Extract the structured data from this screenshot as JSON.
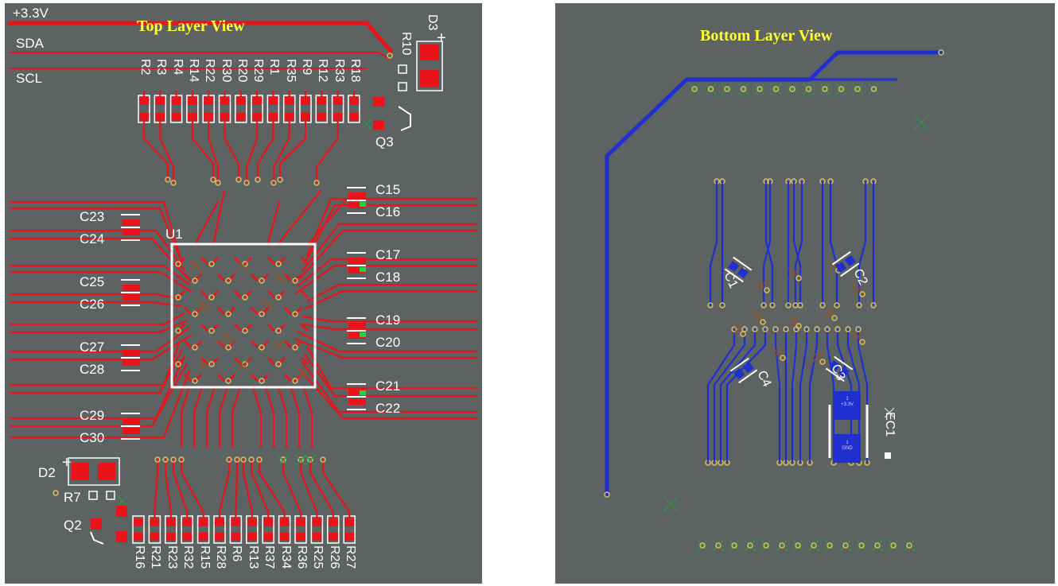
{
  "colors": {
    "board": "#5d6262",
    "top_trace": "#e8141a",
    "bottom_trace": "#1f2fd0",
    "silk": "#ffffff",
    "title": "#ffff33",
    "via": "#d8c060",
    "unrouted": "#2e9b3c"
  },
  "top_view": {
    "title": "Top Layer View",
    "nets": {
      "vcc": "+3.3V",
      "sda": "SDA",
      "scl": "SCL"
    },
    "chip": "U1",
    "top_resistors": [
      "R2",
      "R3",
      "R4",
      "R14",
      "R22",
      "R30",
      "R20",
      "R29",
      "R1",
      "R35",
      "R9",
      "R12",
      "R33",
      "R18"
    ],
    "bottom_resistors": [
      "R16",
      "R21",
      "R23",
      "R32",
      "R15",
      "R28",
      "R6",
      "R13",
      "R37",
      "R34",
      "R36",
      "R25",
      "R26",
      "R27"
    ],
    "caps_right": [
      "C15",
      "C16",
      "C17",
      "C18",
      "C19",
      "C20",
      "C21",
      "C22"
    ],
    "caps_left": [
      "C23",
      "C24",
      "C25",
      "C26",
      "C27",
      "C28",
      "C29",
      "C30"
    ],
    "d3": "D3",
    "r10": "R10",
    "q3": "Q3",
    "d2": "D2",
    "r7": "R7",
    "q2": "Q2",
    "plus": "+"
  },
  "bottom_view": {
    "title": "Bottom Layer View",
    "caps": [
      "C1",
      "C2",
      "C3",
      "C4"
    ],
    "ec": "EC1",
    "ec_pos_small": "1",
    "ec_pos_net": "+3.3V",
    "ec_neg_small": "1",
    "ec_neg_net": "GND"
  }
}
